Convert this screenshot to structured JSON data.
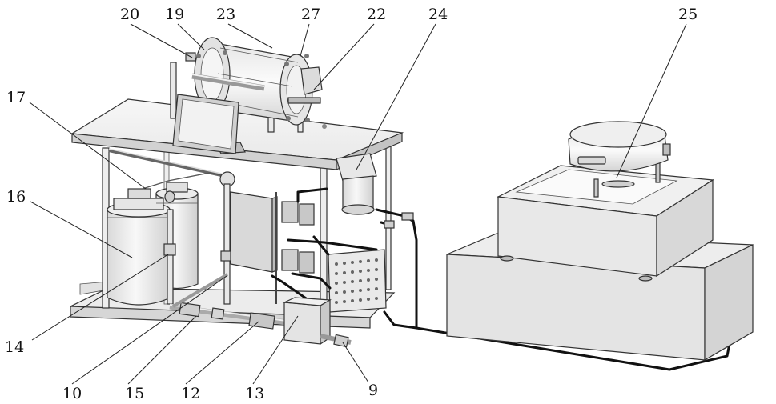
{
  "labels": {
    "l20": "20",
    "l19": "19",
    "l23": "23",
    "l27": "27",
    "l22": "22",
    "l24": "24",
    "l25": "25",
    "l17": "17",
    "l16": "16",
    "l14": "14",
    "l10": "10",
    "l15": "15",
    "l12": "12",
    "l13": "13",
    "l9": "9"
  },
  "colors": {
    "line": "#333333",
    "surface_light": "#f4f4f4",
    "surface_mid": "#e6e6e6",
    "surface_dark": "#cfcfcf",
    "pipe": "#111111"
  }
}
